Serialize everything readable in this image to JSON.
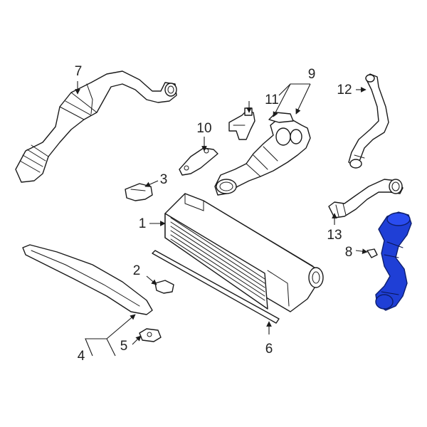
{
  "callouts": {
    "c1": "1",
    "c2": "2",
    "c3": "3",
    "c4": "4",
    "c5": "5",
    "c6": "6",
    "c7": "7",
    "c8": "8",
    "c9": "9",
    "c10": "10",
    "c11": "11",
    "c12": "12",
    "c13": "13"
  },
  "colors": {
    "highlight_part": "#1f3fd6",
    "line": "#1a1a1a",
    "background": "#ffffff"
  }
}
